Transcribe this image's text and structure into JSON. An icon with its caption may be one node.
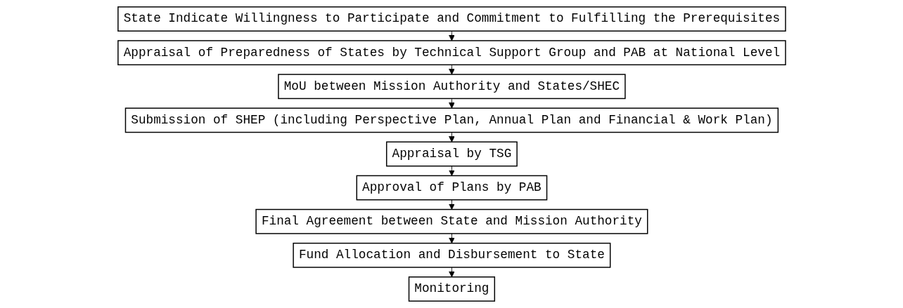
{
  "diagram": {
    "nodes": [
      {
        "text": [
          "State Indicate Willingness to Participate and Commitment to Fulfilling the Prerequisites"
        ]
      },
      {
        "text": [
          "Appraisal of Preparedness of States by Technical Support Group and PAB at National Level"
        ]
      },
      {
        "text": [
          "MoU between Mission Authority and States/SHEC"
        ]
      },
      {
        "text": [
          "Submission of SHEP (including Perspective Plan, Annual Plan and Financial & Work Plan)"
        ]
      },
      {
        "text": [
          "Appraisal by TSG"
        ]
      },
      {
        "text": [
          "Approval of Plans by PAB"
        ]
      },
      {
        "text": [
          "Final Agreement between State and Mission Authority"
        ]
      },
      {
        "text": [
          "Fund Allocation and Disbursement to State"
        ]
      },
      {
        "text": [
          "Monitoring"
        ]
      }
    ],
    "edges": [
      {
        "from": 0,
        "to": 1,
        "arrow": "to"
      },
      {
        "from": 1,
        "to": 2,
        "arrow": "to"
      },
      {
        "from": 2,
        "to": 3,
        "arrow": "to"
      },
      {
        "from": 3,
        "to": 4,
        "arrow": "to"
      },
      {
        "from": 4,
        "to": 5,
        "arrow": "to"
      },
      {
        "from": 5,
        "to": 6,
        "arrow": "to"
      },
      {
        "from": 6,
        "to": 7,
        "arrow": "to"
      },
      {
        "from": 7,
        "to": 8,
        "arrow": "to"
      }
    ]
  }
}
